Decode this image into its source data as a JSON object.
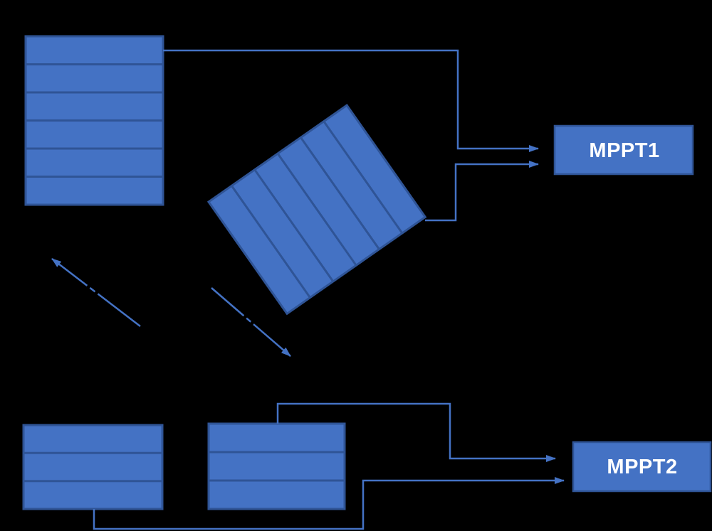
{
  "diagram": {
    "description": "Two PV strings feeding MPPT1 and two PV strings feeding MPPT2, with dashed orientation arrows",
    "colors": {
      "background": "#000000",
      "panel_fill": "#4472C4",
      "panel_stroke": "#2F5496",
      "connector": "#4472C4",
      "label_text": "#FFFFFF"
    },
    "mppt1": {
      "label": "MPPT1"
    },
    "mppt2": {
      "label": "MPPT2"
    },
    "panels": [
      {
        "id": "pv-panel-top-left",
        "cells": 6,
        "tilt_deg": 0
      },
      {
        "id": "pv-panel-tilted",
        "cells": 6,
        "tilt_deg": -35
      },
      {
        "id": "pv-panel-bottom-left",
        "cells": 3,
        "tilt_deg": 0
      },
      {
        "id": "pv-panel-bottom-center",
        "cells": 3,
        "tilt_deg": 0
      }
    ],
    "connectors": [
      {
        "from": "pv-panel-top-left",
        "to": "MPPT1",
        "style": "solid-arrow"
      },
      {
        "from": "pv-panel-tilted",
        "to": "MPPT1",
        "style": "solid-arrow"
      },
      {
        "from": "pv-panel-bottom-center",
        "to": "MPPT2",
        "style": "solid-arrow"
      },
      {
        "from": "pv-panel-bottom-left",
        "to": "MPPT2",
        "style": "solid-arrow"
      },
      {
        "id": "dashed-arrow-up-left",
        "style": "dashed-arrow",
        "direction": "up-left"
      },
      {
        "id": "dashed-arrow-down-right",
        "style": "dashed-arrow",
        "direction": "down-right"
      }
    ]
  }
}
